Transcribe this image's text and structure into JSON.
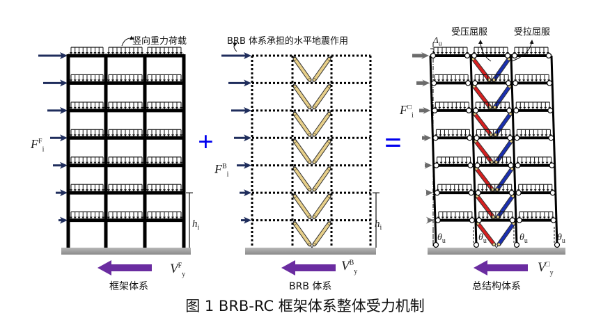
{
  "caption": "图 1 BRB-RC 框架体系整体受力机制",
  "panels": {
    "frame": {
      "title": "框架体系",
      "load_note": "竖向重力荷载",
      "force_symbol": {
        "base": "F",
        "sup": "F",
        "sub": "i"
      },
      "shear_symbol": {
        "base": "V",
        "sup": "F",
        "sub": "y"
      },
      "height_symbol": {
        "base": "h",
        "sub": "i"
      }
    },
    "brb": {
      "title": "BRB 体系",
      "load_note": "BRB 体系承担的水平地震作用",
      "force_symbol": {
        "base": "F",
        "sup": "B",
        "sub": "i"
      },
      "shear_symbol": {
        "base": "V",
        "sup": "B",
        "sub": "y"
      },
      "height_symbol": {
        "base": "h",
        "sub": "i"
      }
    },
    "total": {
      "title": "总结构体系",
      "compression_label": "受压屈服",
      "tension_label": "受拉屈服",
      "drift_symbol": {
        "base": "Δ",
        "sub": "u"
      },
      "force_symbol": {
        "base": "F",
        "sup": "□",
        "sub": "i"
      },
      "shear_symbol": {
        "base": "V",
        "sup": "□",
        "sub": "y"
      },
      "rotation_symbol": {
        "base": "θ",
        "sub": "u"
      }
    }
  },
  "operators": {
    "plus": "+",
    "equals": "="
  },
  "colors": {
    "load_arrow": "#1f2d5c",
    "total_arrow": "#6b6b6b",
    "shear_arrow": "#6a2ca0",
    "operator": "#0000ee",
    "brb_tan": "#e8d08a",
    "brb_compression": "#d62020",
    "brb_tension": "#1a2fb0",
    "ground": "#a0a0a0"
  },
  "stories": 7
}
